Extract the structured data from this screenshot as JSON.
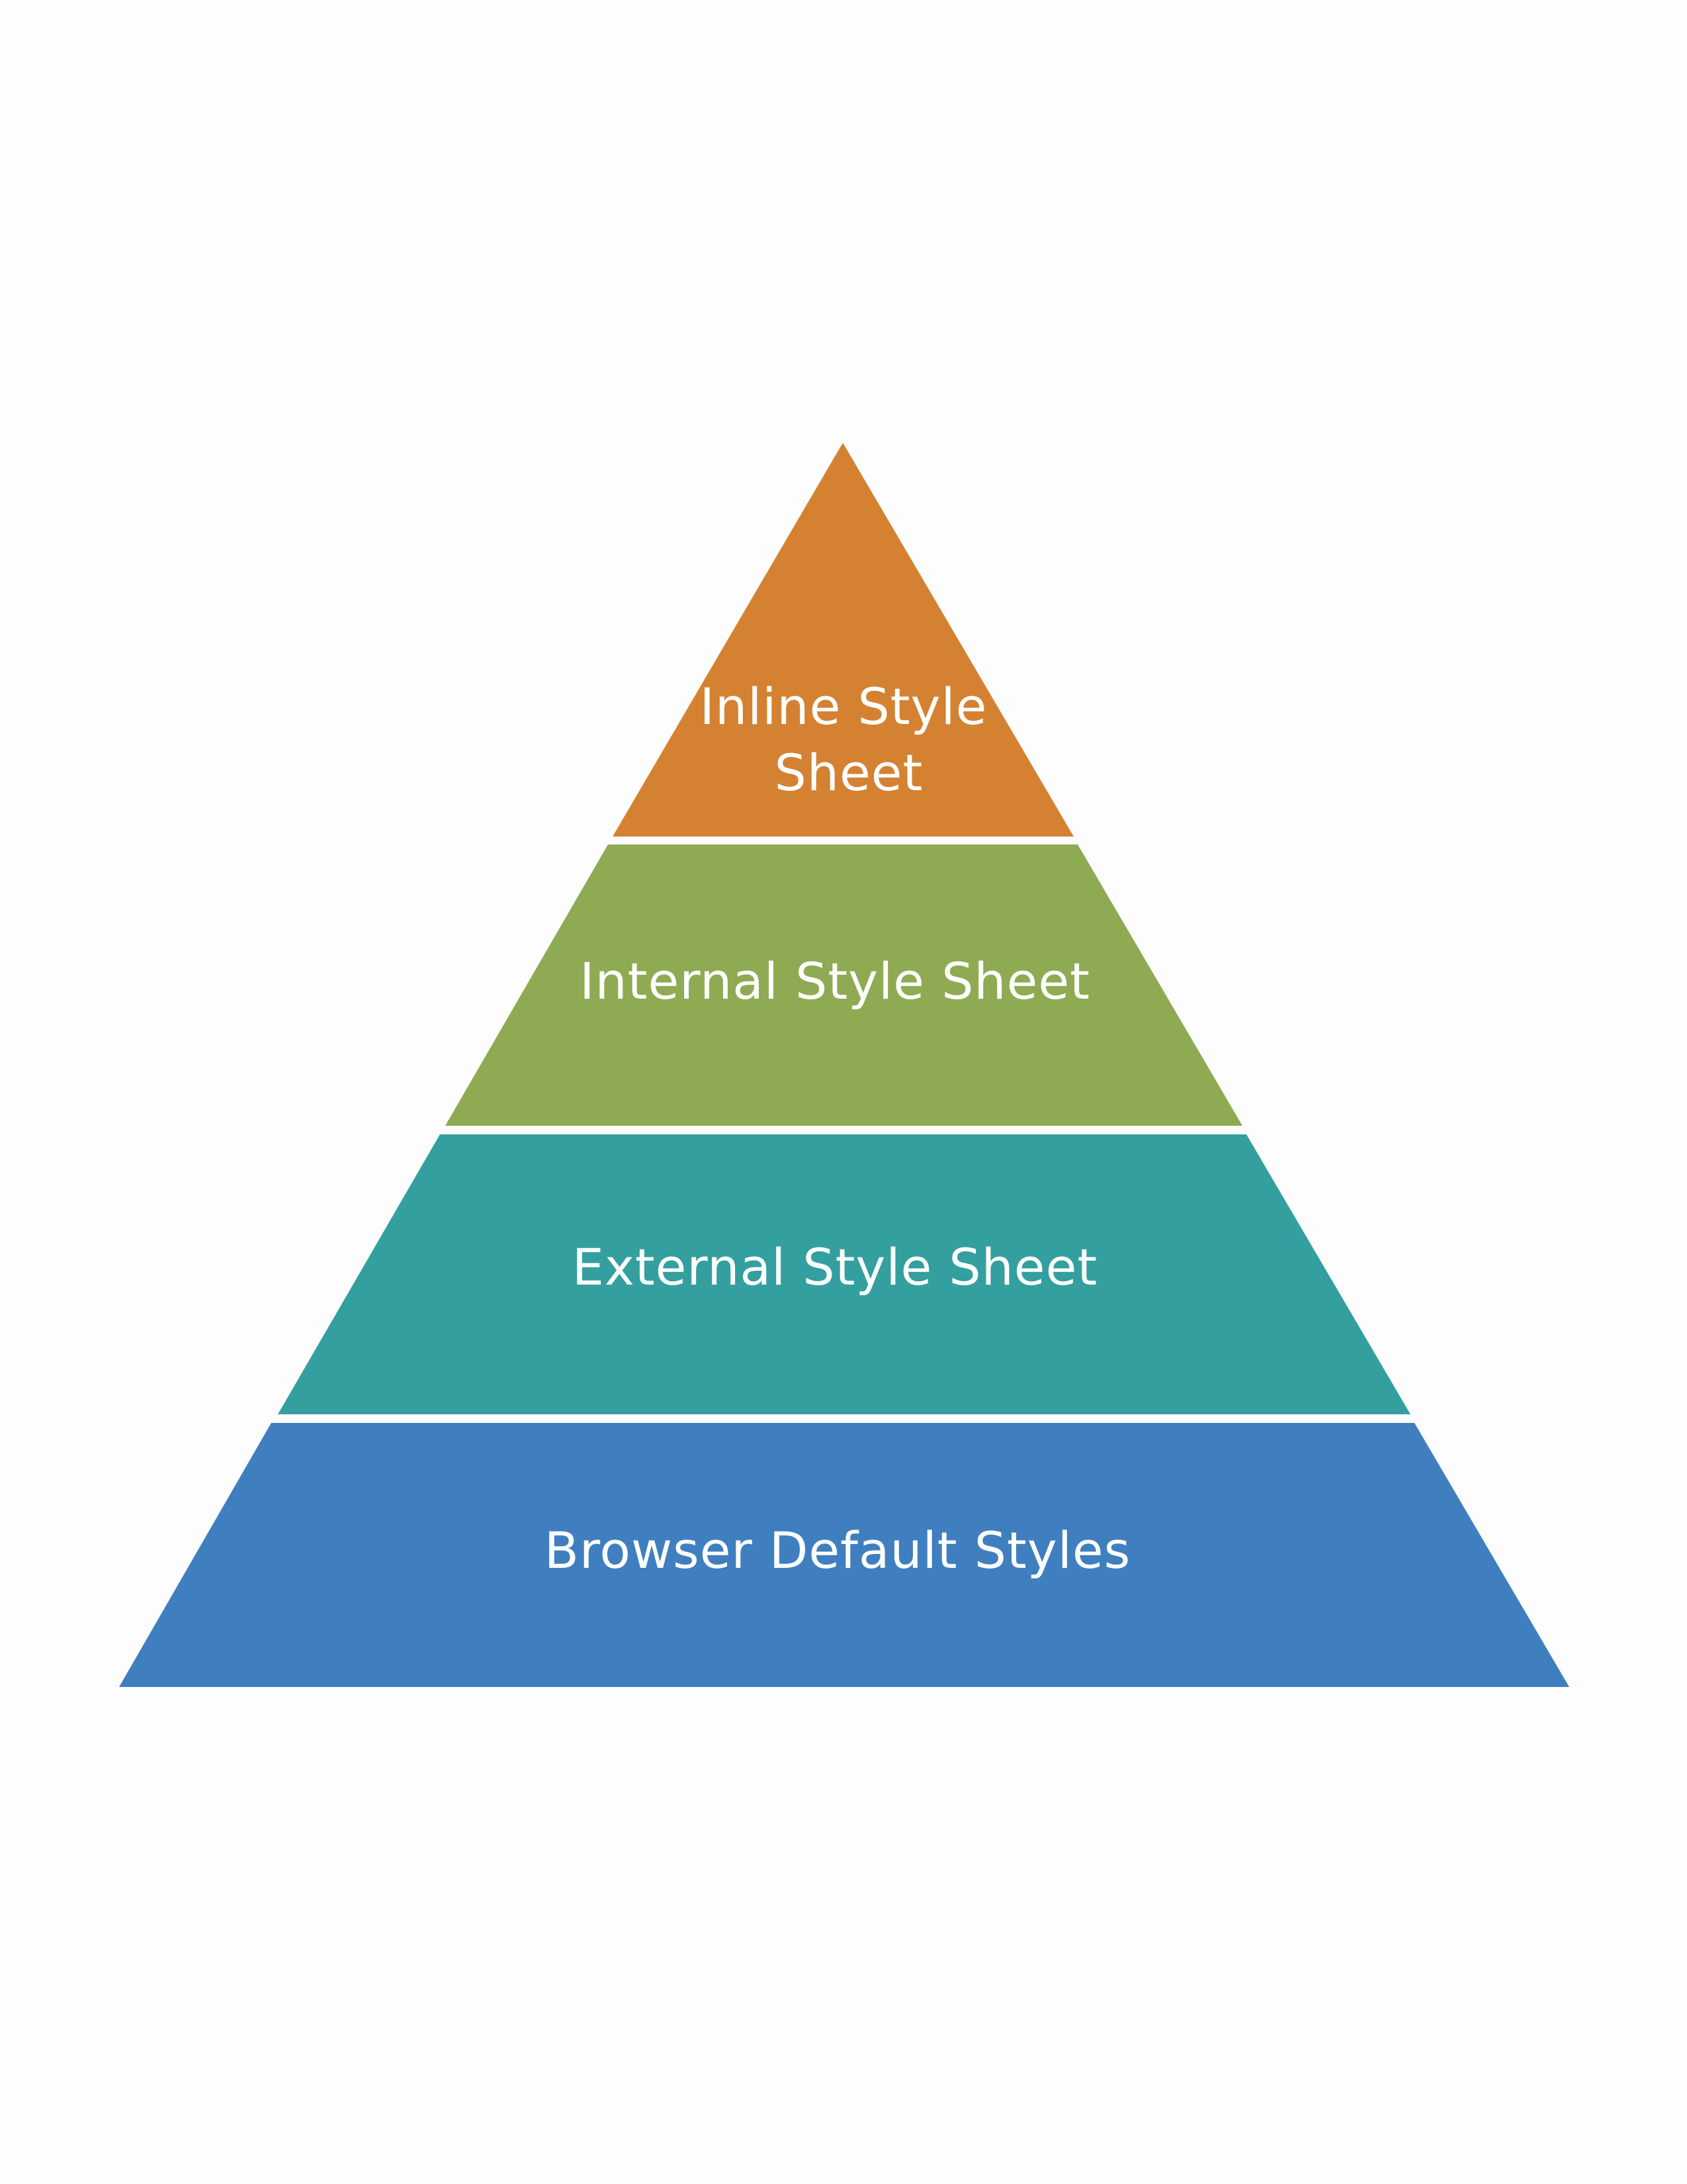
{
  "diagram": {
    "type": "pyramid",
    "tiers": [
      {
        "label_lines": [
          "Inline Style",
          "Sheet"
        ],
        "color": "#d48232"
      },
      {
        "label_lines": [
          "Internal Style Sheet"
        ],
        "color": "#8eab53"
      },
      {
        "label_lines": [
          "External Style Sheet"
        ],
        "color": "#33a09f"
      },
      {
        "label_lines": [
          "Browser Default Styles"
        ],
        "color": "#407fbf"
      }
    ]
  }
}
